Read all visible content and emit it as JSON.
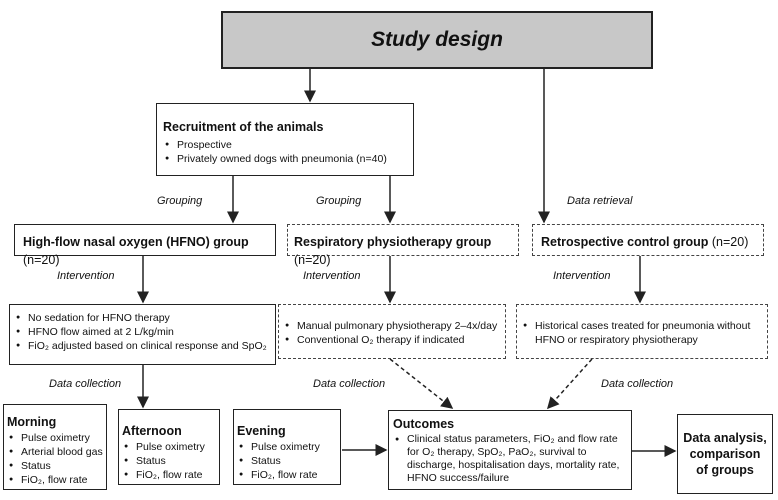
{
  "title": "Study design",
  "recruitment": {
    "heading": "Recruitment of the animals",
    "items": [
      "Prospective",
      "Privately owned dogs with pneumonia (n=40)"
    ]
  },
  "labels": {
    "grouping1": "Grouping",
    "grouping2": "Grouping",
    "retrieval": "Data retrieval",
    "intervention1": "Intervention",
    "intervention2": "Intervention",
    "intervention3": "Intervention",
    "collection1": "Data collection",
    "collection2": "Data collection",
    "collection3": "Data collection"
  },
  "groups": {
    "hfno": {
      "name": "High-flow nasal oxygen (HFNO) group",
      "n": "(n=20)"
    },
    "physio": {
      "name": "Respiratory physiotherapy group",
      "n": "(n=20)"
    },
    "control": {
      "name": "Retrospective control group",
      "n": "(n=20)"
    }
  },
  "interventions": {
    "hfno": [
      "No sedation for HFNO therapy",
      "HFNO flow aimed at 2 L/kg/min",
      "FiO₂ adjusted based on clinical response and SpO₂"
    ],
    "physio": [
      "Manual pulmonary physiotherapy 2–4x/day",
      "Conventional O₂ therapy if indicated"
    ],
    "control": [
      "Historical cases treated for pneumonia without HFNO or respiratory physiotherapy"
    ]
  },
  "morning": {
    "heading": "Morning",
    "items": [
      "Pulse oximetry",
      "Arterial blood gas",
      "Status",
      "FiO₂, flow rate"
    ]
  },
  "afternoon": {
    "heading": "Afternoon",
    "items": [
      "Pulse oximetry",
      "Status",
      "FiO₂, flow rate"
    ]
  },
  "evening": {
    "heading": "Evening",
    "items": [
      "Pulse oximetry",
      "Status",
      "FiO₂, flow rate"
    ]
  },
  "outcomes": {
    "heading": "Outcomes",
    "items": [
      "Clinical status parameters, FiO₂ and flow rate for O₂ therapy, SpO₂, PaO₂, survival to discharge, hospitalisation days, mortality rate, HFNO success/failure"
    ]
  },
  "analysis": "Data analysis, comparison of groups"
}
